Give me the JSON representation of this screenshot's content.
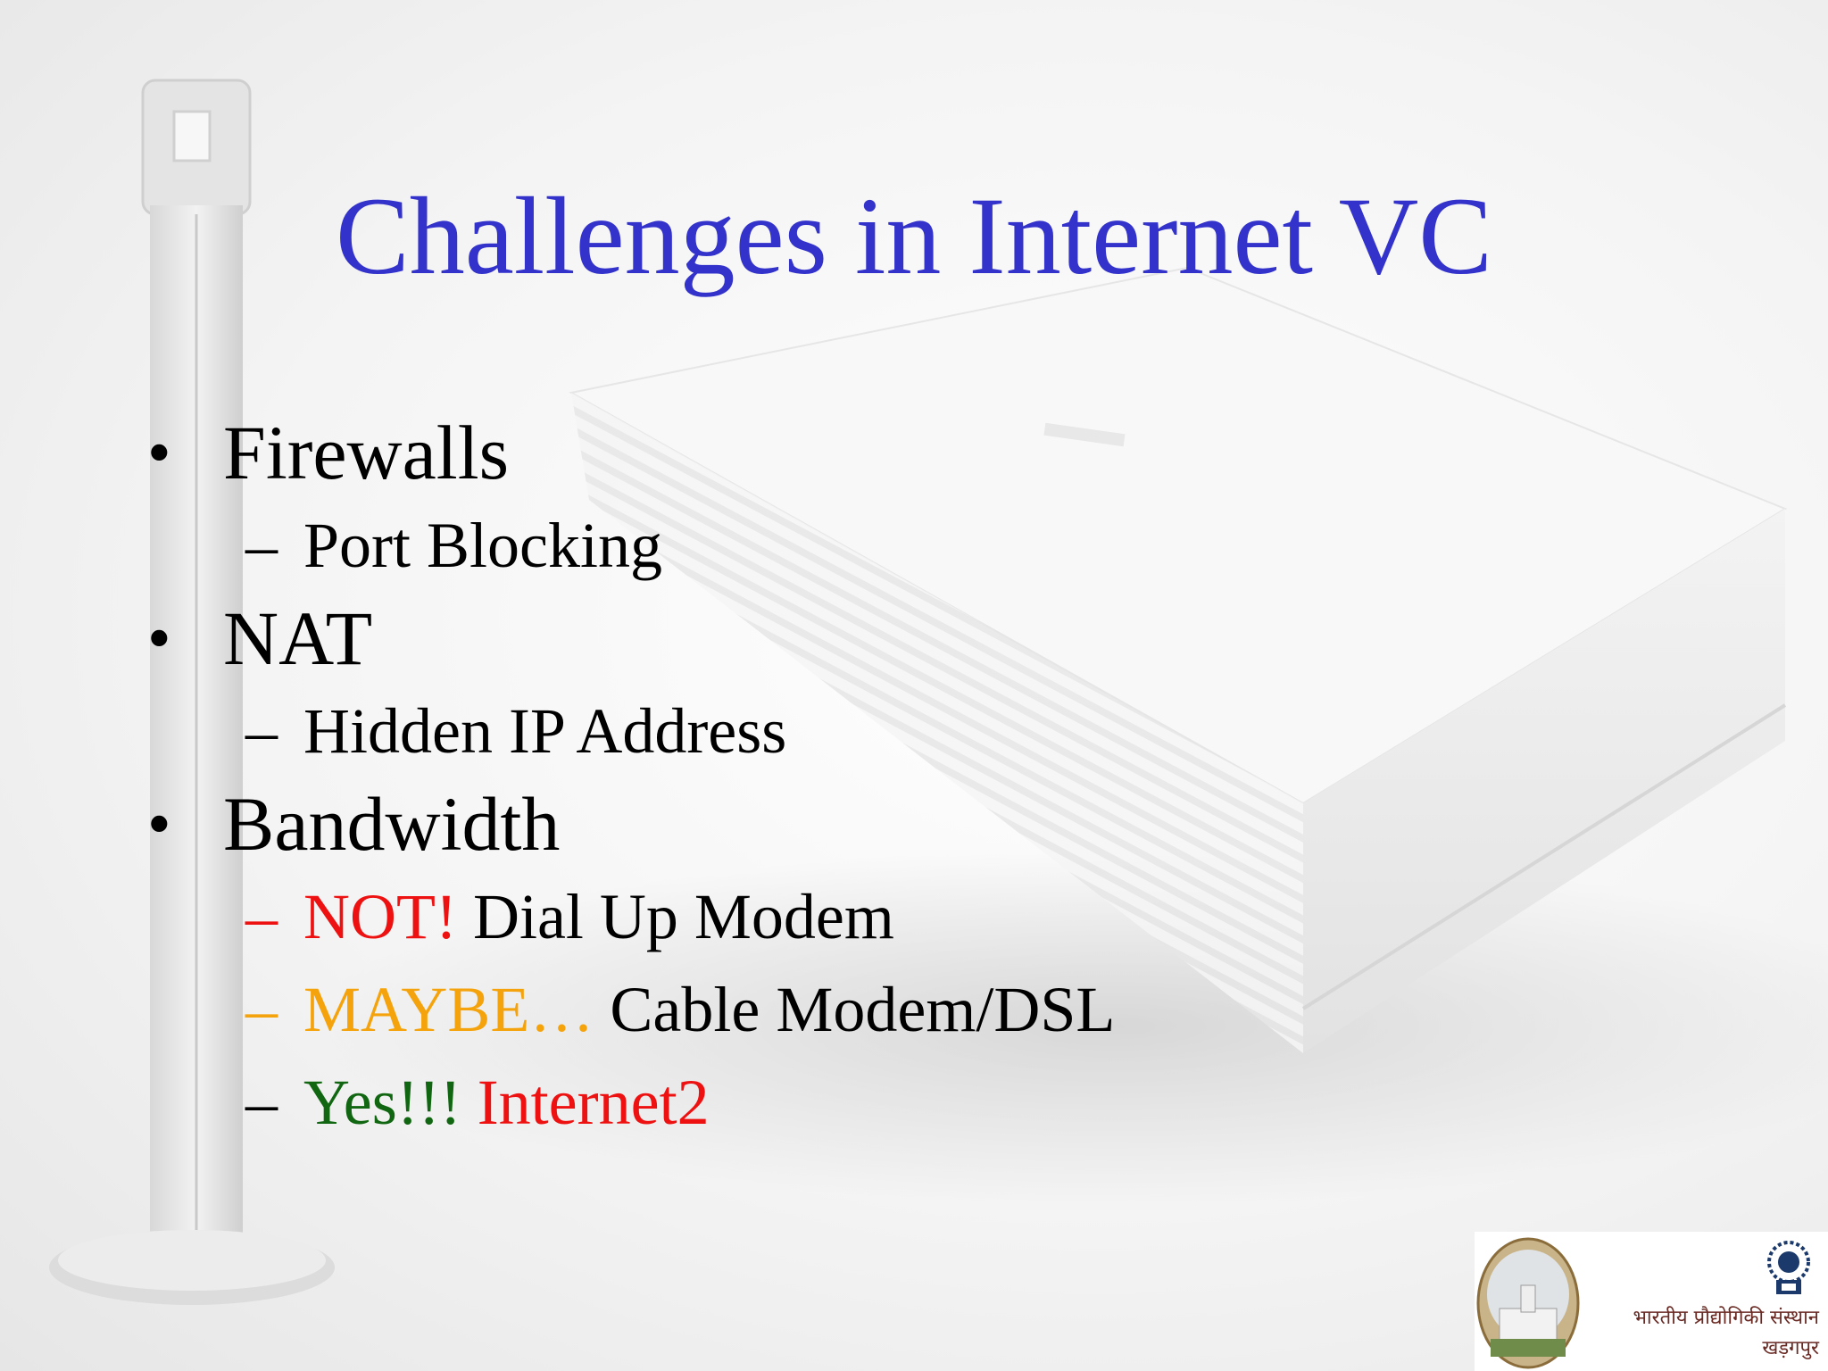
{
  "slide": {
    "title": "Challenges in Internet VC",
    "bullet_glyph": "•",
    "dash_glyph": "–",
    "items": [
      {
        "label": "Firewalls",
        "sub": [
          {
            "parts": [
              {
                "text": "Port Blocking",
                "color": "black"
              }
            ]
          }
        ]
      },
      {
        "label": "NAT",
        "sub": [
          {
            "parts": [
              {
                "text": "Hidden IP Address",
                "color": "black"
              }
            ]
          }
        ]
      },
      {
        "label": "Bandwidth",
        "sub": [
          {
            "dash_color": "red",
            "parts": [
              {
                "text": "NOT!",
                "color": "red"
              },
              {
                "text": " Dial Up Modem",
                "color": "black"
              }
            ]
          },
          {
            "dash_color": "orange",
            "parts": [
              {
                "text": "MAYBE…",
                "color": "orange"
              },
              {
                "text": " Cable Modem/DSL",
                "color": "black"
              }
            ]
          },
          {
            "dash_color": "black",
            "parts": [
              {
                "text": "Yes!!!",
                "color": "green"
              },
              {
                "text": " Internet2",
                "color": "red"
              }
            ]
          }
        ]
      }
    ]
  },
  "logo": {
    "name_line1": "भारतीय प्रौद्योगिकी संस्थान",
    "name_line2": "खड़गपुर"
  },
  "colors": {
    "title": "#3333cc",
    "red": "#ee1111",
    "orange": "#f5a30c",
    "green": "#116611"
  },
  "icons": {
    "background": "router-device-illustration",
    "logo": "iit-kharagpur-emblem"
  }
}
